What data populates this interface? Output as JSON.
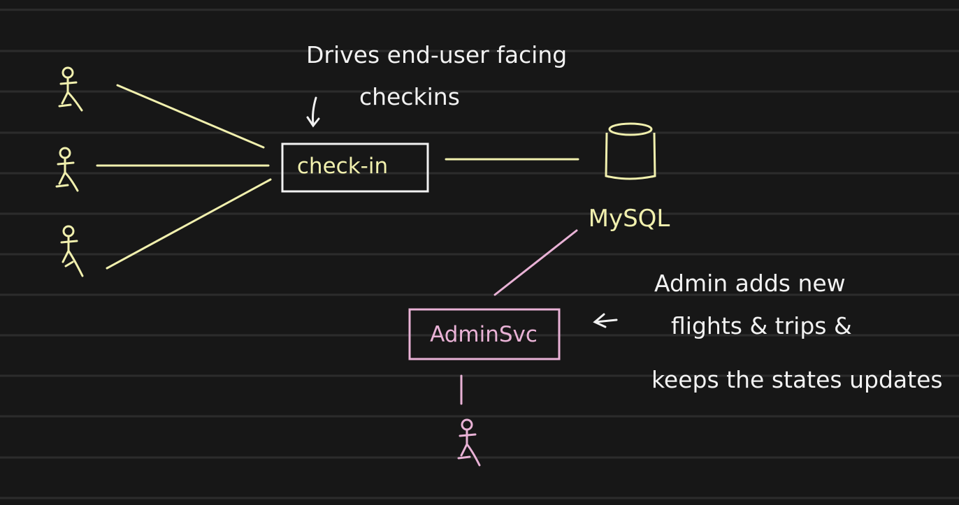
{
  "boxes": {
    "checkin": "check-in",
    "admin": "AdminSvc"
  },
  "database": {
    "label": "MySQL"
  },
  "annotations": {
    "checkin_note": [
      "Drives end-user facing",
      "checkins"
    ],
    "admin_note": [
      "Admin adds new",
      "flights & trips &",
      "keeps the states updates"
    ]
  },
  "colors": {
    "background": "#171717",
    "ruled_line": "#2a2a2a",
    "yellow": "#f1f0ae",
    "pink": "#e9b2d6",
    "white": "#f2f2f2"
  }
}
